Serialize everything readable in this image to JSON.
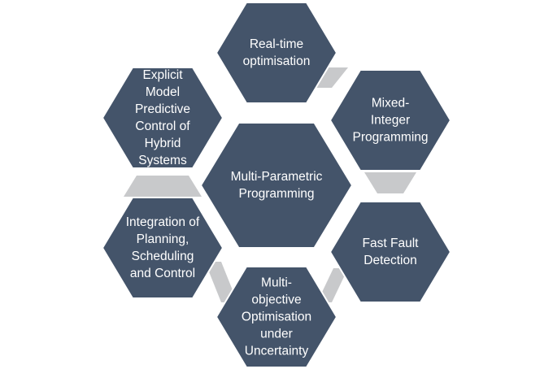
{
  "diagram": {
    "center": {
      "lines": [
        "Multi-Parametric",
        "Programming"
      ]
    },
    "nodes": [
      {
        "id": "top",
        "lines": [
          "Real-time",
          "optimisation"
        ]
      },
      {
        "id": "upper-right",
        "lines": [
          "Mixed-",
          "Integer",
          "Programming"
        ]
      },
      {
        "id": "lower-right",
        "lines": [
          "Fast Fault",
          "Detection"
        ]
      },
      {
        "id": "bottom",
        "lines": [
          "Multi-",
          "objective",
          "Optimisation",
          "under",
          "Uncertainty"
        ]
      },
      {
        "id": "lower-left",
        "lines": [
          "Integration of",
          "Planning,",
          "Scheduling",
          "and Control"
        ]
      },
      {
        "id": "upper-left",
        "lines": [
          "Explicit",
          "Model",
          "Predictive",
          "Control of",
          "Hybrid",
          "Systems"
        ]
      }
    ],
    "colors": {
      "hexagon_fill": "#44546a",
      "connector_fill": "#c8c9cb",
      "text": "#ffffff"
    }
  }
}
